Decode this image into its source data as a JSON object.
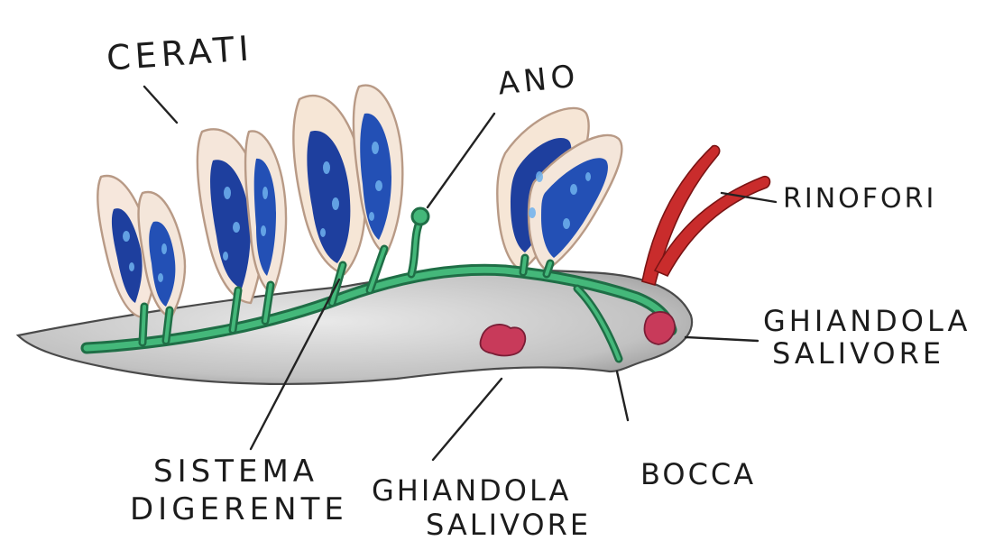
{
  "labels": {
    "cerati": "CERATI",
    "ano": "ANO",
    "rinofori": "RINOFORI",
    "ghiandola_right": {
      "line1": "GHIANDOLA",
      "line2": "SALIVORE"
    },
    "sistema_digerente": {
      "line1": "SISTEMA",
      "line2": "DIGERENTE"
    },
    "ghiandola_bottom": {
      "line1": "GHIANDOLA",
      "line2": "SALIVORE"
    },
    "bocca": "BOCCA"
  },
  "colors": {
    "body_fill": "#c8c8c8",
    "digestive": "#3fae73",
    "digestive_outline": "#1f6e46",
    "cerata_lobes": "#1e3f9e",
    "cerata_inner": "#5aa0e0",
    "cerata_outline": "#b89a86",
    "rhinophores": "#c92c2c",
    "salivary_gland": "#c83a5a",
    "ink": "#222222"
  }
}
